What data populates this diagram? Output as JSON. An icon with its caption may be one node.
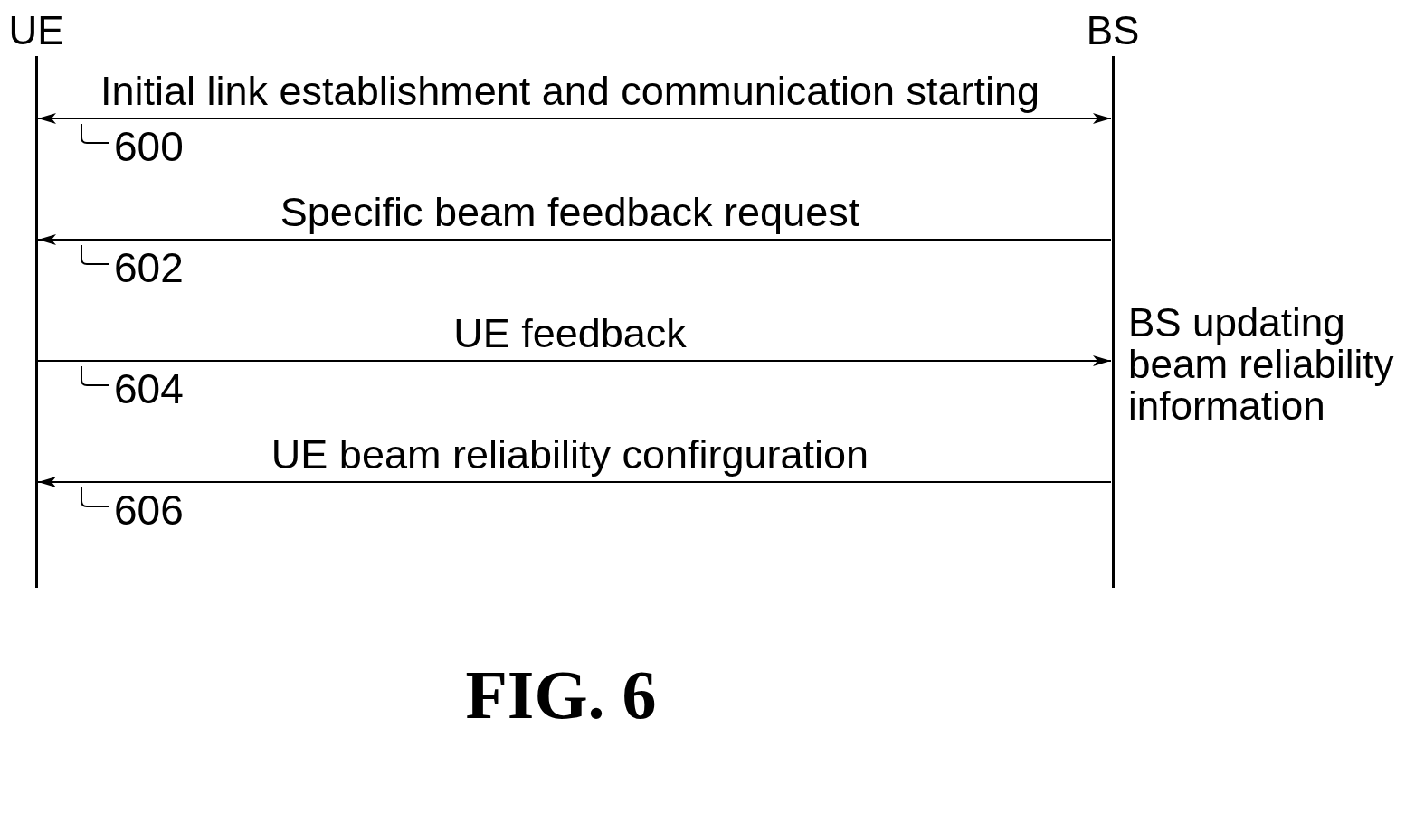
{
  "diagram": {
    "caption": "FIG. 6",
    "nodes": [
      {
        "text": [
          "UE"
        ]
      },
      {
        "text": [
          "BS"
        ]
      },
      {
        "text": [
          "600"
        ]
      },
      {
        "text": [
          "602"
        ]
      },
      {
        "text": [
          "604"
        ]
      },
      {
        "text": [
          "606"
        ]
      }
    ],
    "edges": [
      {
        "from": 0,
        "to": 1,
        "arrow": "both",
        "label": "Initial link establishment and communication starting"
      },
      {
        "from": 1,
        "to": 0,
        "arrow": "to",
        "label": "Specific beam feedback request"
      },
      {
        "from": 0,
        "to": 1,
        "arrow": "to",
        "label": "UE feedback"
      },
      {
        "from": 1,
        "to": 0,
        "arrow": "to",
        "label": "UE beam reliability confirguration"
      },
      {
        "from": 2,
        "to": 0,
        "arrow": "none"
      },
      {
        "from": 3,
        "to": 0,
        "arrow": "none"
      },
      {
        "from": 4,
        "to": 0,
        "arrow": "none"
      },
      {
        "from": 5,
        "to": 0,
        "arrow": "none"
      }
    ],
    "labels": [
      "BS updating beam reliability information"
    ]
  }
}
